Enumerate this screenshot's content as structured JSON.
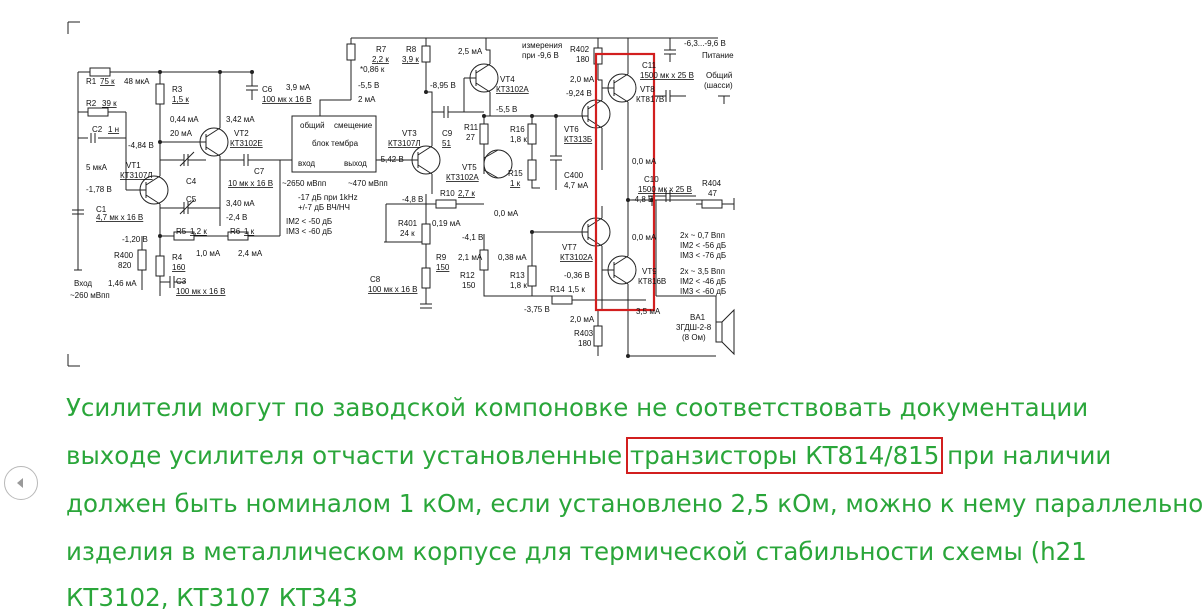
{
  "schematic": {
    "labels": {
      "r1": "R1",
      "r1_val": "75 к",
      "r2": "R2",
      "r2_val": "39 к",
      "c2": "C2",
      "c2_val": "1 н",
      "cur_48": "48 мкА",
      "r3": "R3",
      "r3_val": "1,5 к",
      "v_444": "0,44 мА",
      "v_484": "-4,84 В",
      "v_20ma": "20 мА",
      "vt2": "VT2",
      "vt2_type": "КТ3102Е",
      "v_342": "3,42 мА",
      "c6": "C6",
      "c6_val": "100 мк х 16 В",
      "i_39": "3,9 мА",
      "r7": "R7",
      "r7_val": "2,2 к",
      "r7_v": "*0,86 к",
      "v_55": "-5,5 В",
      "i_2ma": "2 мА",
      "r8": "R8",
      "r8_val": "3,9 к",
      "tone_a": "общий",
      "tone_b": "смещение",
      "tone_title": "блок тембра",
      "tone_in": "вход",
      "tone_out": "выход",
      "i_5uA": "5 мкА",
      "vt1": "VT1",
      "vt1_type": "КТ3107Л",
      "v_178": "-1,78 В",
      "c4": "C4",
      "c5": "C5",
      "c7": "C7",
      "c7_val": "10 мк х 16 В",
      "v_2650": "~2650 мВпп",
      "v_470": "~470 мВпп",
      "v_340": "3,40 мА",
      "v_24": "-2,4 В",
      "c1": "C1",
      "c1_val": "4,7 мк х 16 В",
      "r5": "R5",
      "r5_val": "1,2 к",
      "r6": "R6",
      "r6_val": "1 к",
      "v_120": "-1,20 В",
      "i_10": "1,0 мА",
      "i_24": "2,4 мА",
      "r400": "R400",
      "r400_val": "820",
      "r4": "R4",
      "r4_val": "160",
      "i_146": "1,46 мА",
      "c3": "C3",
      "c3_val": "100 мк х 16 В",
      "input": "Вход",
      "input_v": "~260 мВпп",
      "freq1": "-17 дБ при 1kHz",
      "freq2": "+/-7 дБ ВЧ/НЧ",
      "im2": "IM2 < -50 дБ",
      "im3": "IM3 < -60 дБ",
      "i_25": "2,5 мА",
      "vt4": "VT4",
      "vt4_type": "КТ3102А",
      "v_895": "-8,95 В",
      "vt3": "VT3",
      "vt3_type": "КТ3107Л",
      "c9": "C9",
      "c9_val": "51",
      "v_542": "-5,42 В",
      "v_48": "-4,8 В",
      "r11": "R11",
      "r11_val": "27",
      "r16": "R16",
      "r16_val": "1,8 к",
      "vt5": "VT5",
      "vt5_type": "КТ3102А",
      "r15": "R15",
      "r15_val": "1 к",
      "c400": "C400",
      "c400_val": "4,7 мА",
      "vt6": "VT6",
      "vt6_type": "КТ313Б",
      "r10": "R10",
      "r10_val": "2,7 к",
      "i_00": "0,0 мА",
      "r401": "R401",
      "r401_val": "24 к",
      "i_019": "0,19 мА",
      "v_41": "-4,1 В",
      "i_21": "2,1 мА",
      "i_038": "0,38 мА",
      "vt7": "VT7",
      "vt7_type": "КТ3102А",
      "r9": "R9",
      "r9_val": "150",
      "r12": "R12",
      "r12_val": "150",
      "r13": "R13",
      "r13_val": "1,8 к",
      "v_036": "-0,36 В",
      "r14": "R14",
      "r14_val": "1,5 к",
      "v_375": "-3,75 В",
      "c8": "C8",
      "c8_val": "100 мк х 16 В",
      "meas1": "измерения",
      "meas2": "при -9,6 В",
      "r402": "R402",
      "r402_val": "180",
      "i_20a": "2,0 мА",
      "v_924": "-9,24 В",
      "c11": "C11",
      "c11_val": "1500 мк х 25 В",
      "vt8": "VT8",
      "vt8_type": "КТ817В",
      "supply_v": "-6,3...-9,6 В",
      "supply": "Питание",
      "gnd1": "Общий",
      "gnd2": "(шасси)",
      "i_00b": "0,0 мА",
      "v_48b": "-4,8 В",
      "c10": "C10",
      "c10_val": "1500 мк х 25 В",
      "r404": "R404",
      "r404_val": "47",
      "i_00c": "0,0 мА",
      "vt9": "VT9",
      "vt9_type": "КТ816В",
      "hp1": "2х ~ 0,7 Впп",
      "hp2": "IM2 < -56 дБ",
      "hp3": "IM3 < -76 дБ",
      "sp1": "2х ~ 3,5 Впп",
      "sp2": "IM2 < -46 дБ",
      "sp3": "IM3 < -60 дБ",
      "i_20b": "2,0 мА",
      "r403": "R403",
      "r403_val": "180",
      "i_35": "3,5 мА",
      "ba1": "BA1",
      "ba1_type": "3ГДШ-2-8",
      "ba1_imp": "(8 Ом)"
    }
  },
  "article": {
    "line1": "Усилители могут по заводской компоновке не соответствовать документации",
    "line2_a": "выходе усилителя  отчасти установленные ",
    "line2_b": "транзисторы КТ814/815",
    "line2_c": " при наличии",
    "line3": "должен быть номиналом 1 кОм, если установлено 2,5 кОм, можно к нему параллельно",
    "line4": "изделия в металлическом корпусе для термической стабильности схемы (h21",
    "line5": "КТ3102, КТ3107                                   КТ343"
  },
  "colors": {
    "text": "#2aa63a",
    "highlight": "#d21f1f"
  }
}
